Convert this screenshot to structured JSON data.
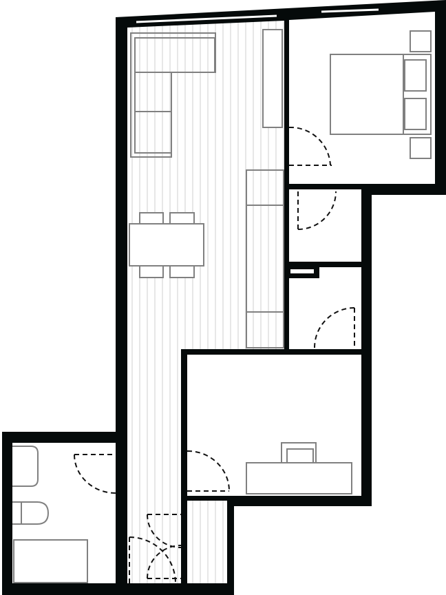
{
  "plan": {
    "colors": {
      "wall": "#050a0a",
      "floor": "#ffffff",
      "hatch": "#cfcfcf",
      "furniture": "#808080",
      "door": "#111111",
      "window": "#ffffff"
    },
    "rooms": [
      "living-room",
      "bedroom",
      "closet",
      "storage",
      "study",
      "hallway",
      "bathroom"
    ],
    "furniture": [
      "l-sofa",
      "cabinet",
      "dining-table",
      "kitchen-counter",
      "double-bed",
      "nightstand",
      "desk",
      "monitor",
      "sink",
      "toilet",
      "bathtub"
    ]
  }
}
